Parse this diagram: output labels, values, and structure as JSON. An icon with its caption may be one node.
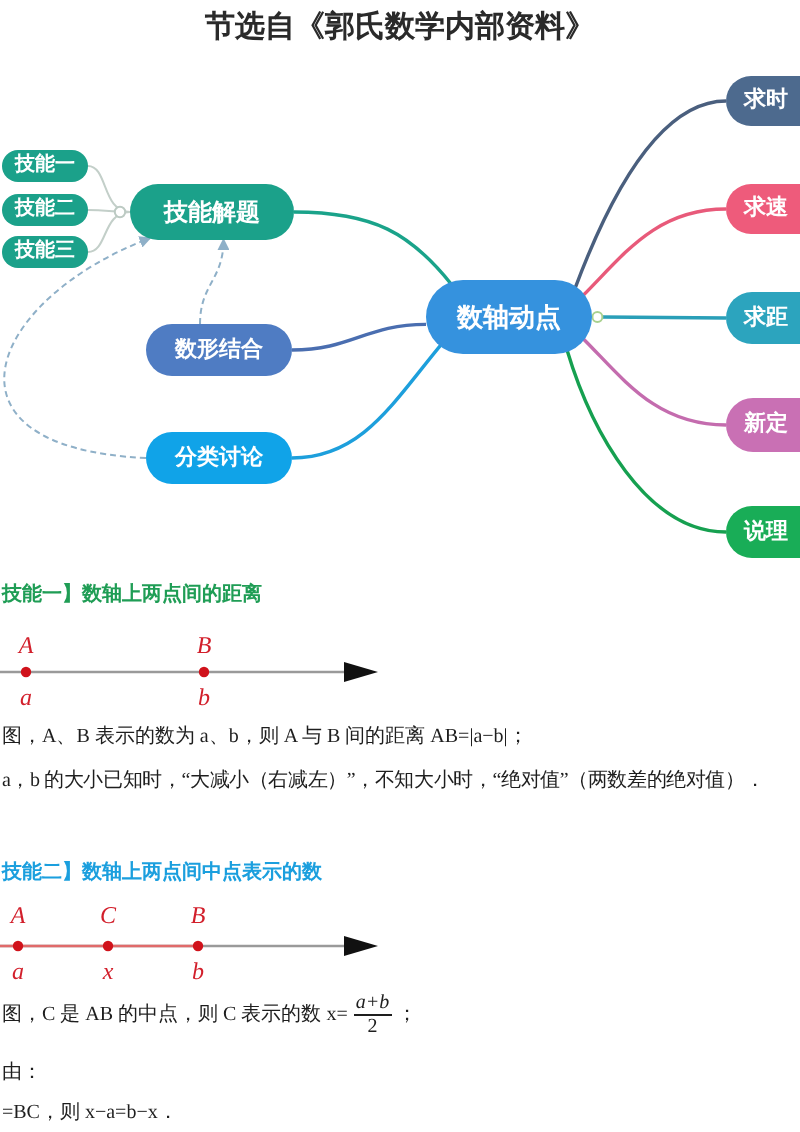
{
  "diagram": {
    "title": "节选自《郭氏数学内部资料》",
    "nodes": [
      {
        "text": [
          "技能一"
        ]
      },
      {
        "text": [
          "技能二"
        ]
      },
      {
        "text": [
          "技能三"
        ]
      },
      {
        "text": [
          "技能解题"
        ]
      },
      {
        "text": [
          "数形结合"
        ]
      },
      {
        "text": [
          "分类讨论"
        ]
      },
      {
        "text": [
          "数轴动点"
        ]
      },
      {
        "text": [
          "求时"
        ]
      },
      {
        "text": [
          "求速"
        ]
      },
      {
        "text": [
          "求距"
        ]
      },
      {
        "text": [
          "新定"
        ]
      },
      {
        "text": [
          "说理"
        ]
      }
    ],
    "edges": [
      {
        "from": 6,
        "to": 3,
        "arrow": "none",
        "color": "#1aa38a"
      },
      {
        "from": 6,
        "to": 4,
        "arrow": "none",
        "color": "#4a6eb0"
      },
      {
        "from": 6,
        "to": 5,
        "arrow": "none",
        "color": "#1d9fdc"
      },
      {
        "from": 6,
        "to": 7,
        "arrow": "none",
        "color": "#4a5f7e"
      },
      {
        "from": 6,
        "to": 8,
        "arrow": "none",
        "color": "#e85a7a"
      },
      {
        "from": 6,
        "to": 9,
        "arrow": "none",
        "color": "#2a9fb8"
      },
      {
        "from": 6,
        "to": 10,
        "arrow": "none",
        "color": "#c46cae"
      },
      {
        "from": 6,
        "to": 11,
        "arrow": "none",
        "color": "#16a050"
      },
      {
        "from": 3,
        "to": 0,
        "arrow": "none",
        "color": "#c3cfc9"
      },
      {
        "from": 3,
        "to": 1,
        "arrow": "none",
        "color": "#c3cfc9"
      },
      {
        "from": 3,
        "to": 2,
        "arrow": "none",
        "color": "#c3cfc9"
      },
      {
        "from": 4,
        "to": 3,
        "arrow": "to",
        "style": "dashed",
        "color": "#8fb0c8"
      },
      {
        "from": 5,
        "to": 3,
        "arrow": "to",
        "style": "dashed",
        "color": "#8fb0c8"
      }
    ],
    "labels": [
      "技能一】数轴上两点间的距离",
      "A",
      "B",
      "a",
      "b",
      "图，A、B 表示的数为 a、b，则 A 与 B 间的距离 AB=|a−b|；",
      "a，b 的大小已知时，“大减小（右减左）”，不知大小时，“绝对值”（两数差的绝对值）．",
      "技能二】数轴上两点间中点表示的数",
      "A",
      "C",
      "B",
      "a",
      "x",
      "b",
      "图，C 是 AB 的中点，则 C 表示的数 x=",
      "a+b",
      "2",
      "；",
      "由：",
      "=BC，则 x−a=b−x．"
    ]
  }
}
